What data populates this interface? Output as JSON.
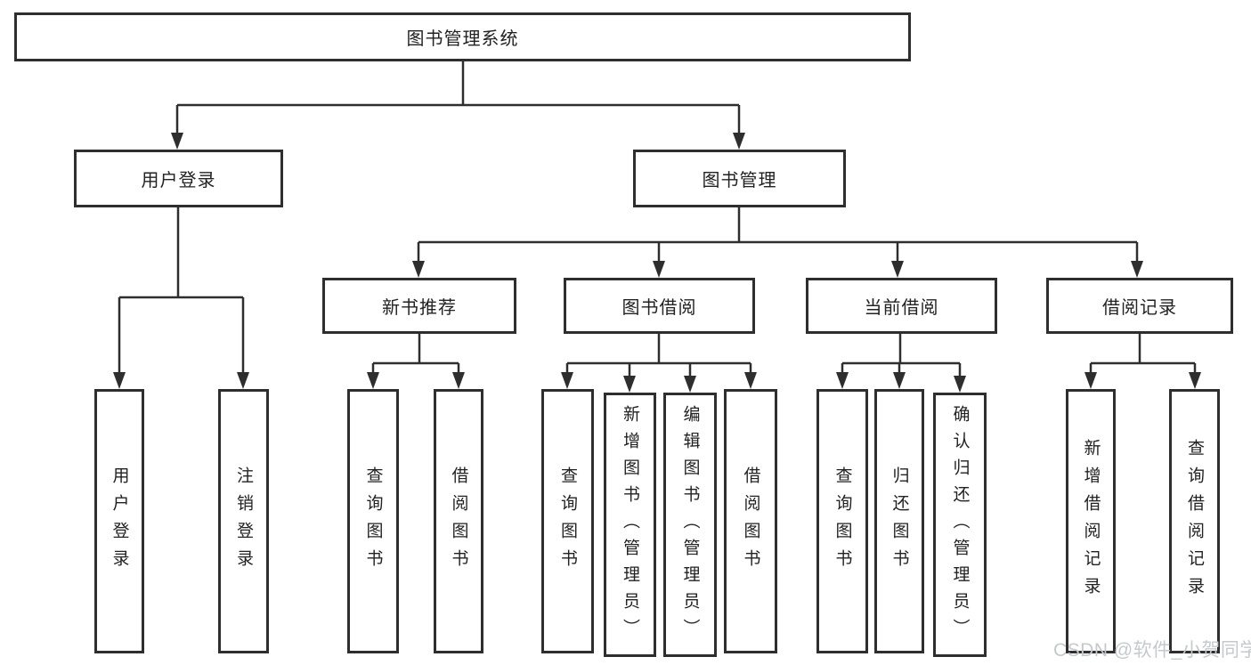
{
  "tree": {
    "root": {
      "label": "图书管理系统",
      "children": [
        {
          "label": "用户登录",
          "children": [
            {
              "label": "用户登录"
            },
            {
              "label": "注销登录"
            }
          ]
        },
        {
          "label": "图书管理",
          "children": [
            {
              "label": "新书推荐",
              "children": [
                {
                  "label": "查询图书"
                },
                {
                  "label": "借阅图书"
                }
              ]
            },
            {
              "label": "图书借阅",
              "children": [
                {
                  "label": "查询图书"
                },
                {
                  "label": "新增图书（管理员）"
                },
                {
                  "label": "编辑图书（管理员）"
                },
                {
                  "label": "借阅图书"
                }
              ]
            },
            {
              "label": "当前借阅",
              "children": [
                {
                  "label": "查询图书"
                },
                {
                  "label": "归还图书"
                },
                {
                  "label": "确认归还（管理员）"
                }
              ]
            },
            {
              "label": "借阅记录",
              "children": [
                {
                  "label": "新增借阅记录"
                },
                {
                  "label": "查询借阅记录"
                }
              ]
            }
          ]
        }
      ]
    }
  },
  "watermark": {
    "text": "CSDN @软件_小贺同学"
  },
  "colors": {
    "line": "#2e2e2e",
    "box_border": "#2e2e2e",
    "box_fill": "#ffffff",
    "text": "#222222",
    "watermark": "#c5c9cc",
    "background": "#ffffff"
  }
}
